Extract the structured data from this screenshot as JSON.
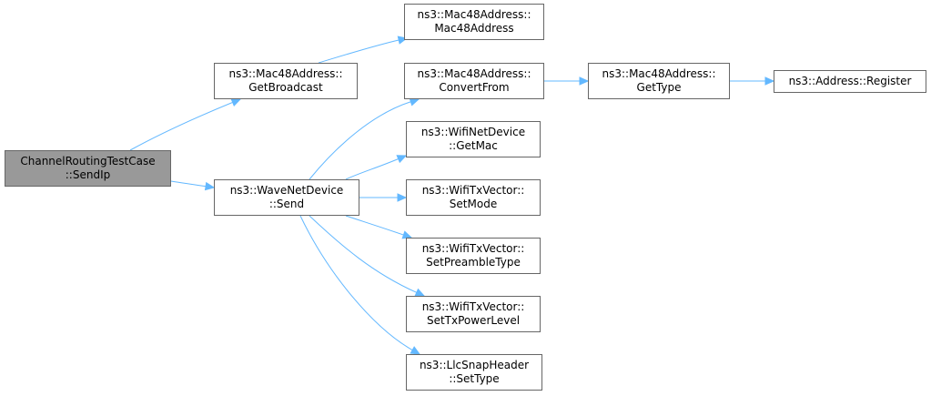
{
  "graph": {
    "nodes": [
      {
        "id": "sendip",
        "line1": "ChannelRoutingTestCase",
        "line2": "::SendIp",
        "root": true
      },
      {
        "id": "getbroadcast",
        "line1": "ns3::Mac48Address::",
        "line2": "GetBroadcast"
      },
      {
        "id": "wavesend",
        "line1": "ns3::WaveNetDevice",
        "line2": "::Send"
      },
      {
        "id": "mac48ctor",
        "line1": "ns3::Mac48Address::",
        "line2": "Mac48Address"
      },
      {
        "id": "convertfrom",
        "line1": "ns3::Mac48Address::",
        "line2": "ConvertFrom"
      },
      {
        "id": "getmac",
        "line1": "ns3::WifiNetDevice",
        "line2": "::GetMac"
      },
      {
        "id": "setmode",
        "line1": "ns3::WifiTxVector::",
        "line2": "SetMode"
      },
      {
        "id": "setpreamble",
        "line1": "ns3::WifiTxVector::",
        "line2": "SetPreambleType"
      },
      {
        "id": "settxpower",
        "line1": "ns3::WifiTxVector::",
        "line2": "SetTxPowerLevel"
      },
      {
        "id": "llcsettype",
        "line1": "ns3::LlcSnapHeader",
        "line2": "::SetType"
      },
      {
        "id": "gettype",
        "line1": "ns3::Mac48Address::",
        "line2": "GetType"
      },
      {
        "id": "register",
        "line1": "ns3::Address::Register",
        "line2": ""
      }
    ],
    "edges": [
      [
        "sendip",
        "getbroadcast"
      ],
      [
        "sendip",
        "wavesend"
      ],
      [
        "getbroadcast",
        "mac48ctor"
      ],
      [
        "wavesend",
        "convertfrom"
      ],
      [
        "wavesend",
        "getmac"
      ],
      [
        "wavesend",
        "setmode"
      ],
      [
        "wavesend",
        "setpreamble"
      ],
      [
        "wavesend",
        "settxpower"
      ],
      [
        "wavesend",
        "llcsettype"
      ],
      [
        "convertfrom",
        "gettype"
      ],
      [
        "gettype",
        "register"
      ]
    ],
    "edge_color": "#63b8ff",
    "root_fill": "#999999",
    "node_fill": "#ffffff",
    "node_border": "#666666"
  }
}
